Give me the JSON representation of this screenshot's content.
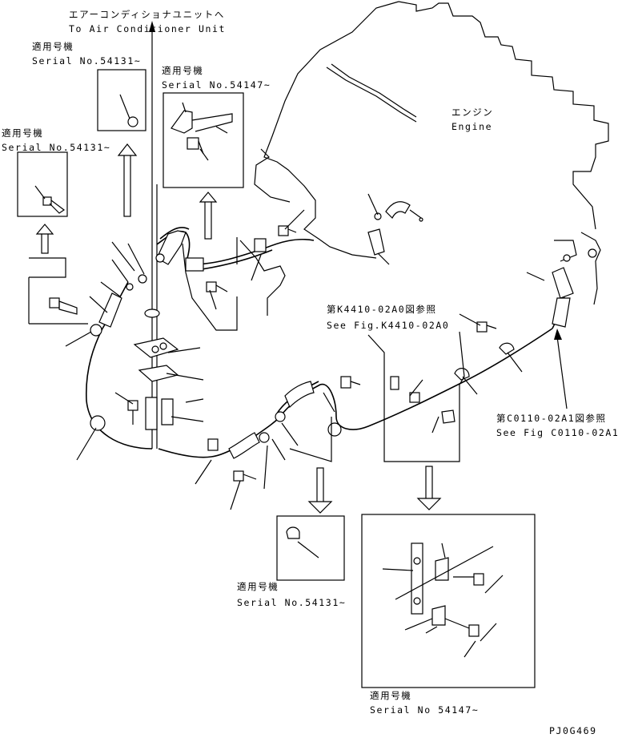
{
  "labels": {
    "air_conditioner_jp": "エアーコンディショナユニットへ",
    "air_conditioner_en": "To Air Conditioner Unit",
    "engine_jp": "エンジン",
    "engine_en": "Engine",
    "applicable_jp": "適用号機",
    "serial_54131": "Serial No.54131~",
    "serial_54147": "Serial No.54147~",
    "serial_54147_nodot": "Serial No 54147~",
    "ref_k4410_jp": "第K4410-02A0図参照",
    "ref_k4410_en": "See Fig.K4410-02A0",
    "ref_c0110_jp": "第C0110-02A1図参照",
    "ref_c0110_en": "See Fig C0110-02A1",
    "drawing_code": "PJ0G469"
  }
}
